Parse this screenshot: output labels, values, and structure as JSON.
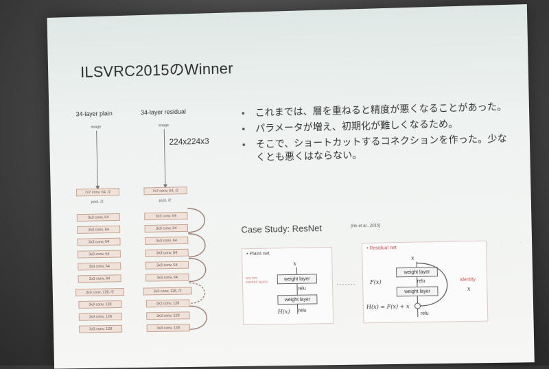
{
  "slide": {
    "title": "ILSVRC2015のWinner",
    "plain_label": "34-layer plain",
    "residual_label": "34-layer residual",
    "image_label": "image",
    "pool_label": "pool, /2",
    "input_dim": "224x224x3",
    "layers": [
      "7x7 conv, 64, /2",
      "3x3 conv, 64",
      "3x3 conv, 64",
      "3x3 conv, 64",
      "3x3 conv, 64",
      "3x3 conv, 64",
      "3x3 conv, 64",
      "3x3 conv, 128, /2",
      "3x3 conv, 128",
      "3x3 conv, 128",
      "3x3 conv, 128"
    ],
    "bullets": [
      "これまでは、層を重ねると精度が悪くなることがあった。",
      "パラメータが増え、初期化が難しくなるため。",
      "そこで、ショートカットするコネクションを作った。少なくとも悪くはならない。"
    ],
    "case_study": "Case Study: ResNet",
    "citation": "[He et al., 2015]",
    "plain_net": {
      "label": "• Plaint net",
      "x": "x",
      "weight_layer": "weight layer",
      "relu": "relu",
      "hx": "H(x)",
      "side_note": "any two stacked layers"
    },
    "residual_net": {
      "label": "• Residual net",
      "x": "x",
      "weight_layer": "weight layer",
      "relu": "relu",
      "fx": "F(x)",
      "identity": "identity",
      "identity_x": "x",
      "hx": "H(x) = F(x) + x"
    }
  }
}
